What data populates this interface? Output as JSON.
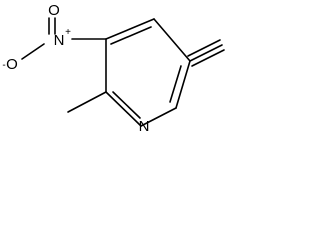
{
  "atoms": {
    "ring_nitrogen": "N",
    "nitro_nitrogen": "N",
    "nitro_oxygen_double": "O",
    "nitro_oxygen_single": "O"
  },
  "charges": {
    "nitro_nitrogen": "+",
    "nitro_oxygen_single": "-"
  }
}
